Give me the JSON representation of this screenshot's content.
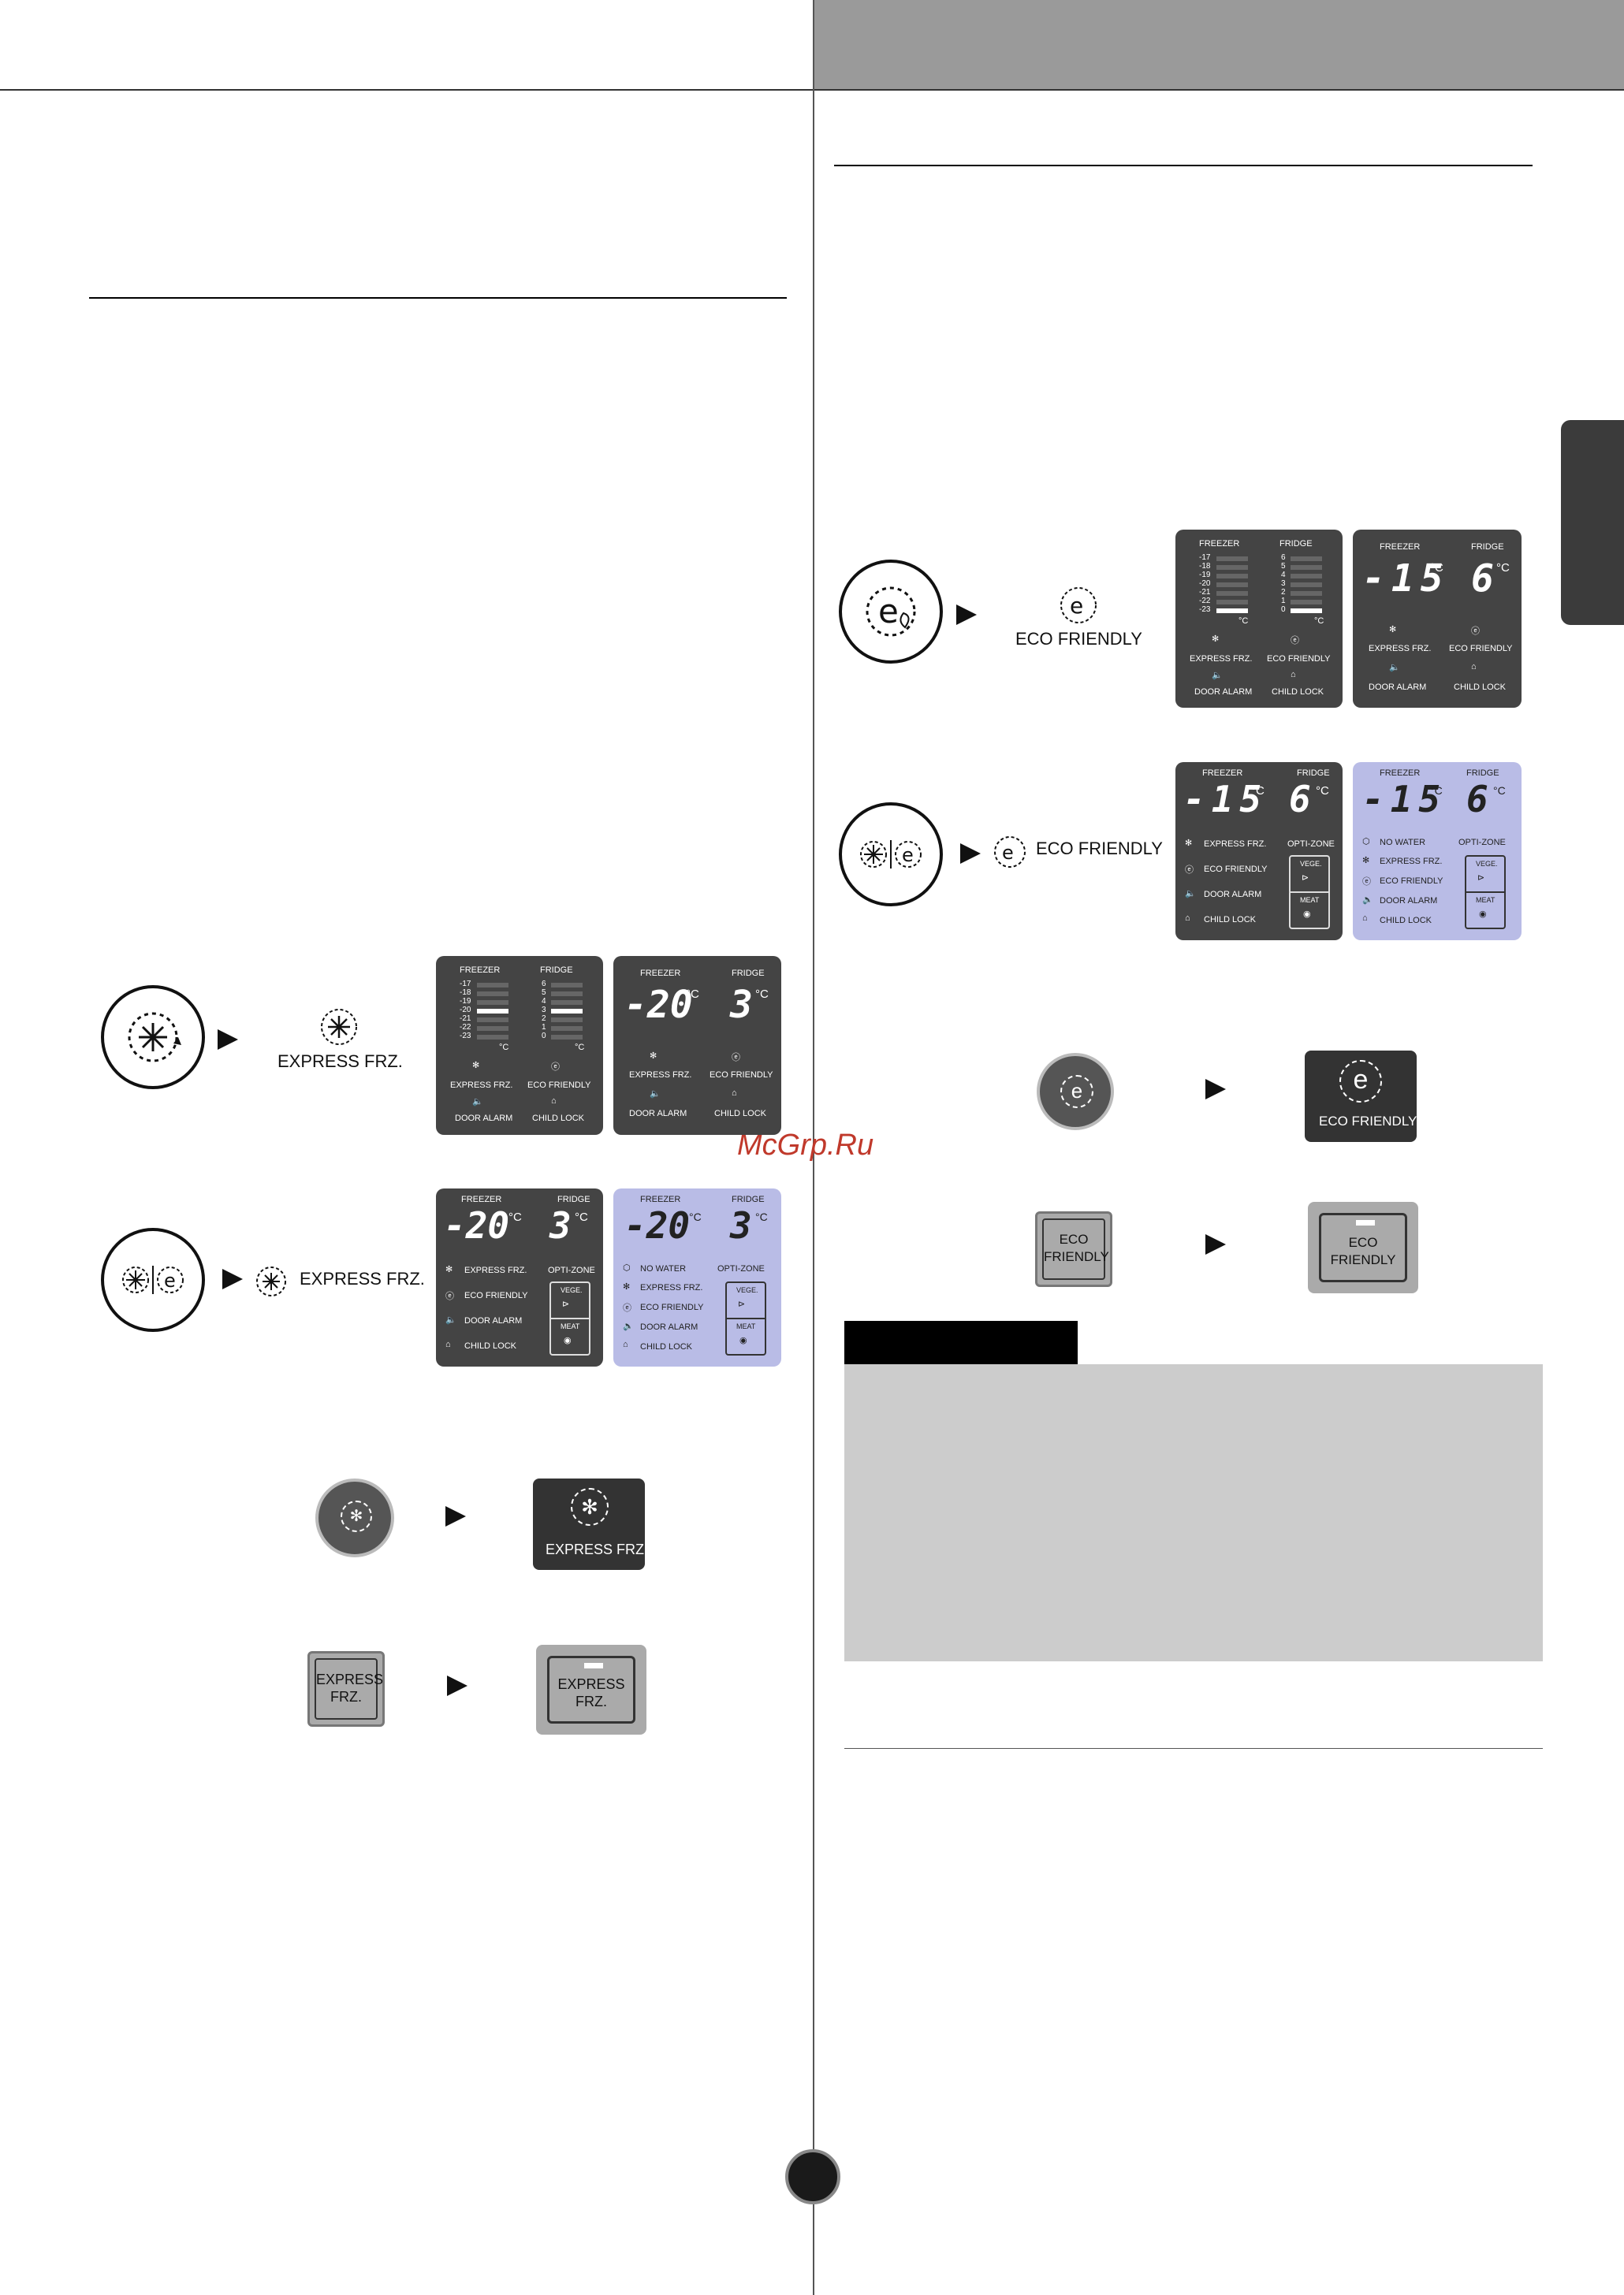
{
  "header": {
    "right_bar_color": "#9a9a9a"
  },
  "watermark": "McGrp.Ru",
  "panel_labels": {
    "freezer": "FREEZER",
    "fridge": "FRIDGE",
    "express_frz": "EXPRESS FRZ.",
    "eco_friendly": "ECO FRIENDLY",
    "door_alarm": "DOOR ALARM",
    "child_lock": "CHILD LOCK",
    "opti_zone": "OPTI-ZONE",
    "no_water": "NO WATER",
    "vege": "VEGE.",
    "meat": "MEAT",
    "deg_c": "°C"
  },
  "freezer_scale": [
    "-17",
    "-18",
    "-19",
    "-20",
    "-21",
    "-22",
    "-23"
  ],
  "fridge_scale": [
    "6",
    "5",
    "4",
    "3",
    "2",
    "1",
    "0"
  ],
  "express": {
    "caption": "EXPRESS FRZ.",
    "freezer_temp": "-20",
    "fridge_temp": "3",
    "freezer_level": "-20",
    "fridge_level": "3",
    "button_label_line1": "EXPRESS",
    "button_label_line2": "FRZ.",
    "display_badge": "EXPRESS FRZ."
  },
  "eco": {
    "caption": "ECO FRIENDLY",
    "freezer_temp": "-15",
    "fridge_temp": "6",
    "freezer_level": "-23",
    "fridge_level": "0",
    "button_label_line1": "ECO",
    "button_label_line2": "FRIENDLY",
    "display_badge": "ECO FRIENDLY"
  }
}
